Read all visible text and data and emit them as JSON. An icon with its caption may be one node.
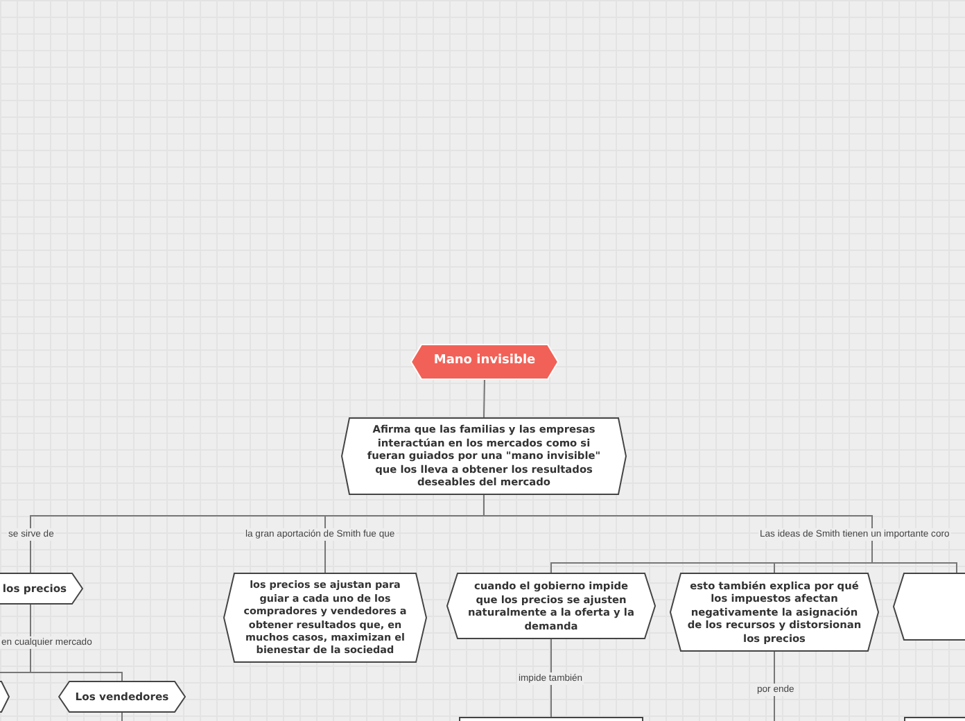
{
  "diagram": {
    "nodes": [
      {
        "text": [
          "Mano invisible"
        ]
      },
      {
        "text": [
          "Afirma que las familias y las empresas interactúan en los mercados como si fueran guiados por una \"mano invisible\" que los lleva a obtener los resultados deseables del mercado"
        ]
      },
      {
        "text": [
          "los precios"
        ]
      },
      {
        "text": [
          "los precios se ajustan para guiar a cada uno de los compradores y vendedores a obtener resultados que, en muchos casos, maximizan el bienestar de la sociedad"
        ]
      },
      {
        "text": [
          "cuando el gobierno impide que los precios se ajusten naturalmente a la oferta y la demanda"
        ]
      },
      {
        "text": [
          "esto también explica por qué los impuestos afectan negativamente la asignación de los recursos y distorsionan los precios"
        ]
      },
      {
        "text": [],
        "shape": "hexagon"
      },
      {
        "text": [],
        "shape": "hexagon"
      },
      {
        "text": [
          "Los vendedores"
        ]
      },
      {
        "text": [],
        "shape": "box"
      },
      {
        "text": [],
        "shape": "box"
      }
    ],
    "edges": [
      {
        "from": 0,
        "to": 1,
        "arrow": "none"
      },
      {
        "from": 1,
        "to": 2,
        "arrow": "none",
        "label": "se sirve de"
      },
      {
        "from": 1,
        "to": 3,
        "arrow": "none",
        "label": "la gran aportación de Smith fue que"
      },
      {
        "from": 1,
        "to": 4,
        "arrow": "none",
        "label": "Las ideas de Smith tienen un importante coro"
      },
      {
        "from": 1,
        "to": 5,
        "arrow": "none"
      },
      {
        "from": 1,
        "to": 6,
        "arrow": "none"
      },
      {
        "from": 2,
        "to": 7,
        "arrow": "none",
        "label": "en cualquier mercado"
      },
      {
        "from": 2,
        "to": 8,
        "arrow": "none"
      },
      {
        "from": 4,
        "to": 9,
        "arrow": "none",
        "label": "impide también"
      },
      {
        "from": 5,
        "to": null,
        "arrow": "none",
        "label": "por ende"
      },
      {
        "from": 8,
        "to": null,
        "arrow": "none"
      }
    ]
  }
}
